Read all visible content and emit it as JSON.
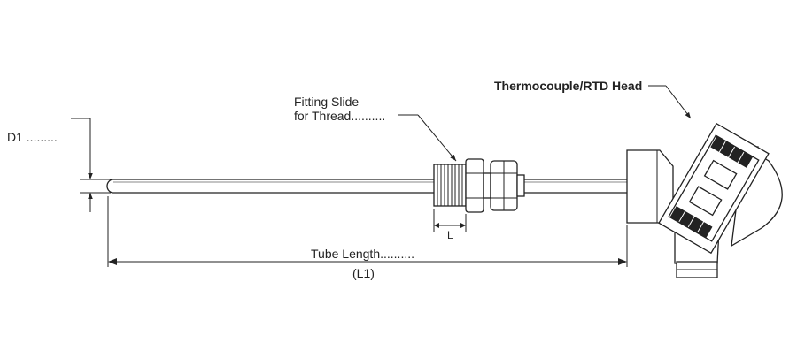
{
  "labels": {
    "d1": "D1 .........",
    "fitting_line1": "Fitting Slide",
    "fitting_line2": "for Thread..........",
    "head": "Thermocouple/RTD Head",
    "tube_length": "Tube Length..........",
    "l1": "(L1)",
    "l": "L"
  }
}
